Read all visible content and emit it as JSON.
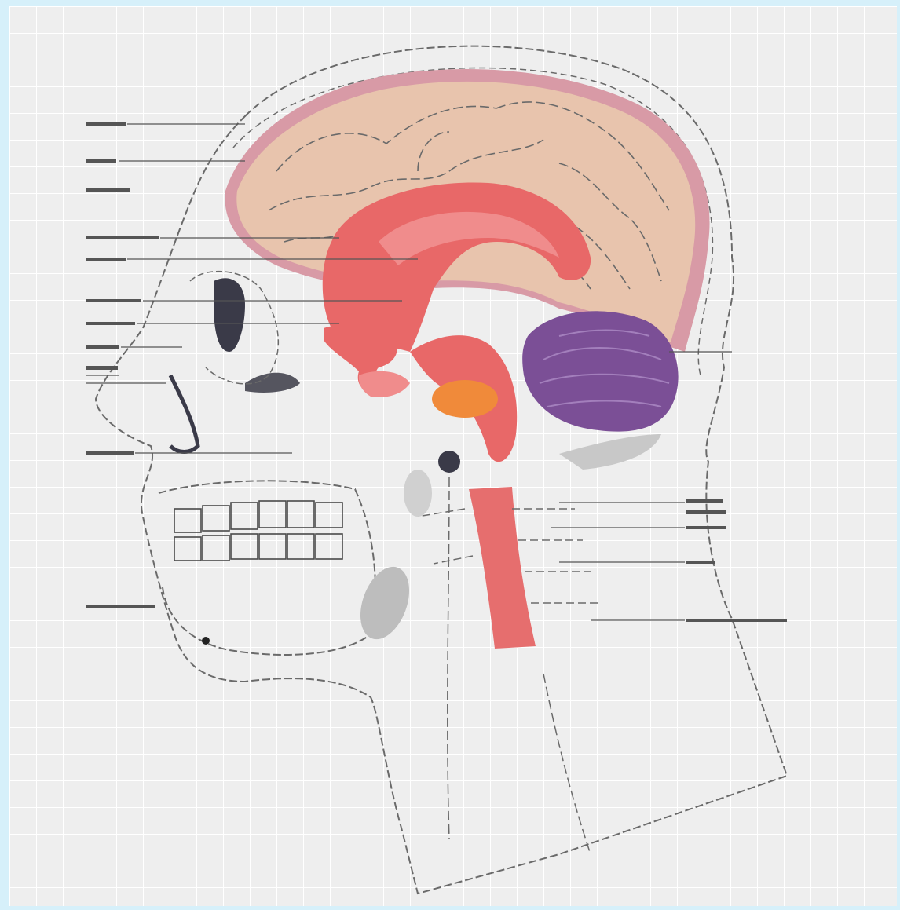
{
  "diagram": {
    "colors": {
      "frame_background": "#d6f0fa",
      "grid_paper": "#eeeeee",
      "grid_line": "#ffffff",
      "outline": "#6a6a6a",
      "cerebrum": "#e8c4ad",
      "cerebrum_rim": "#d89aa6",
      "midbrain_structures": "#e86868",
      "pituitary": "#f08a3a",
      "cerebellum": "#7b4f96",
      "spinal_cord": "#e66e6e",
      "dark_tissue": "#3a3a48",
      "gray_tissue": "#bdbdbd"
    },
    "structures": [
      "cerebrum",
      "corpus-callosum",
      "brain-stem",
      "pituitary-gland",
      "cerebellum",
      "spinal-cord",
      "skull",
      "jaw",
      "teeth",
      "eye-socket",
      "nasal-cavity",
      "neck"
    ],
    "labels_left_count": 12,
    "labels_right_count": 6
  }
}
